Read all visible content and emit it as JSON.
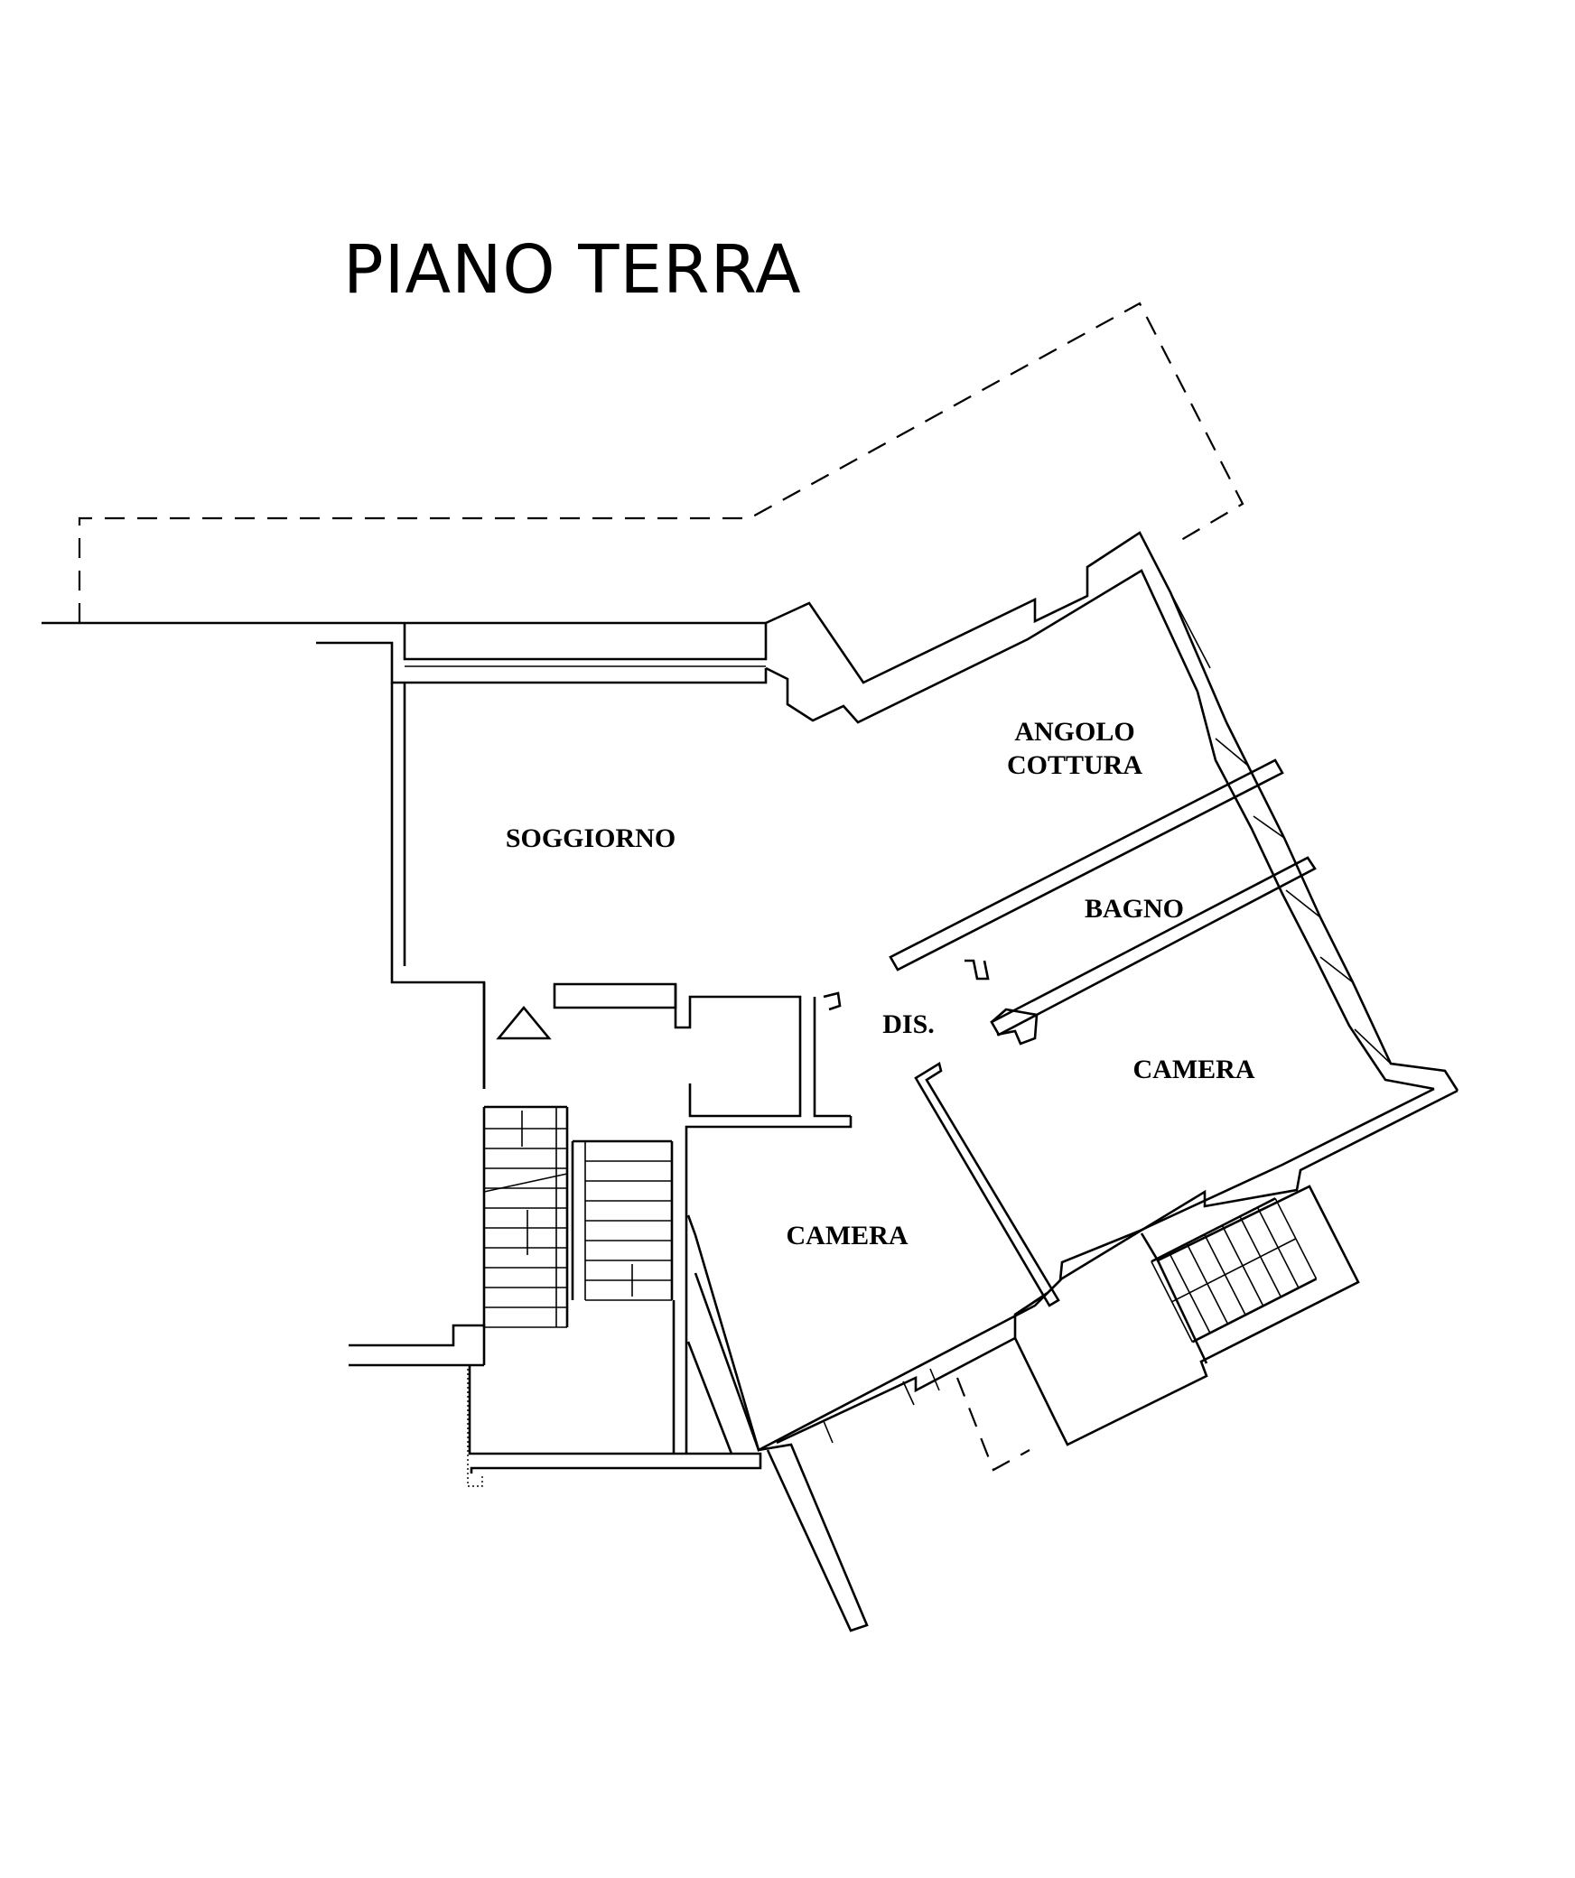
{
  "title": "PIANO TERRA",
  "rooms": {
    "soggiorno": "SOGGIORNO",
    "angolo_cottura_line1": "ANGOLO",
    "angolo_cottura_line2": "COTTURA",
    "bagno": "BAGNO",
    "disimpegno": "DIS.",
    "camera_right": "CAMERA",
    "camera_bottom": "CAMERA"
  }
}
